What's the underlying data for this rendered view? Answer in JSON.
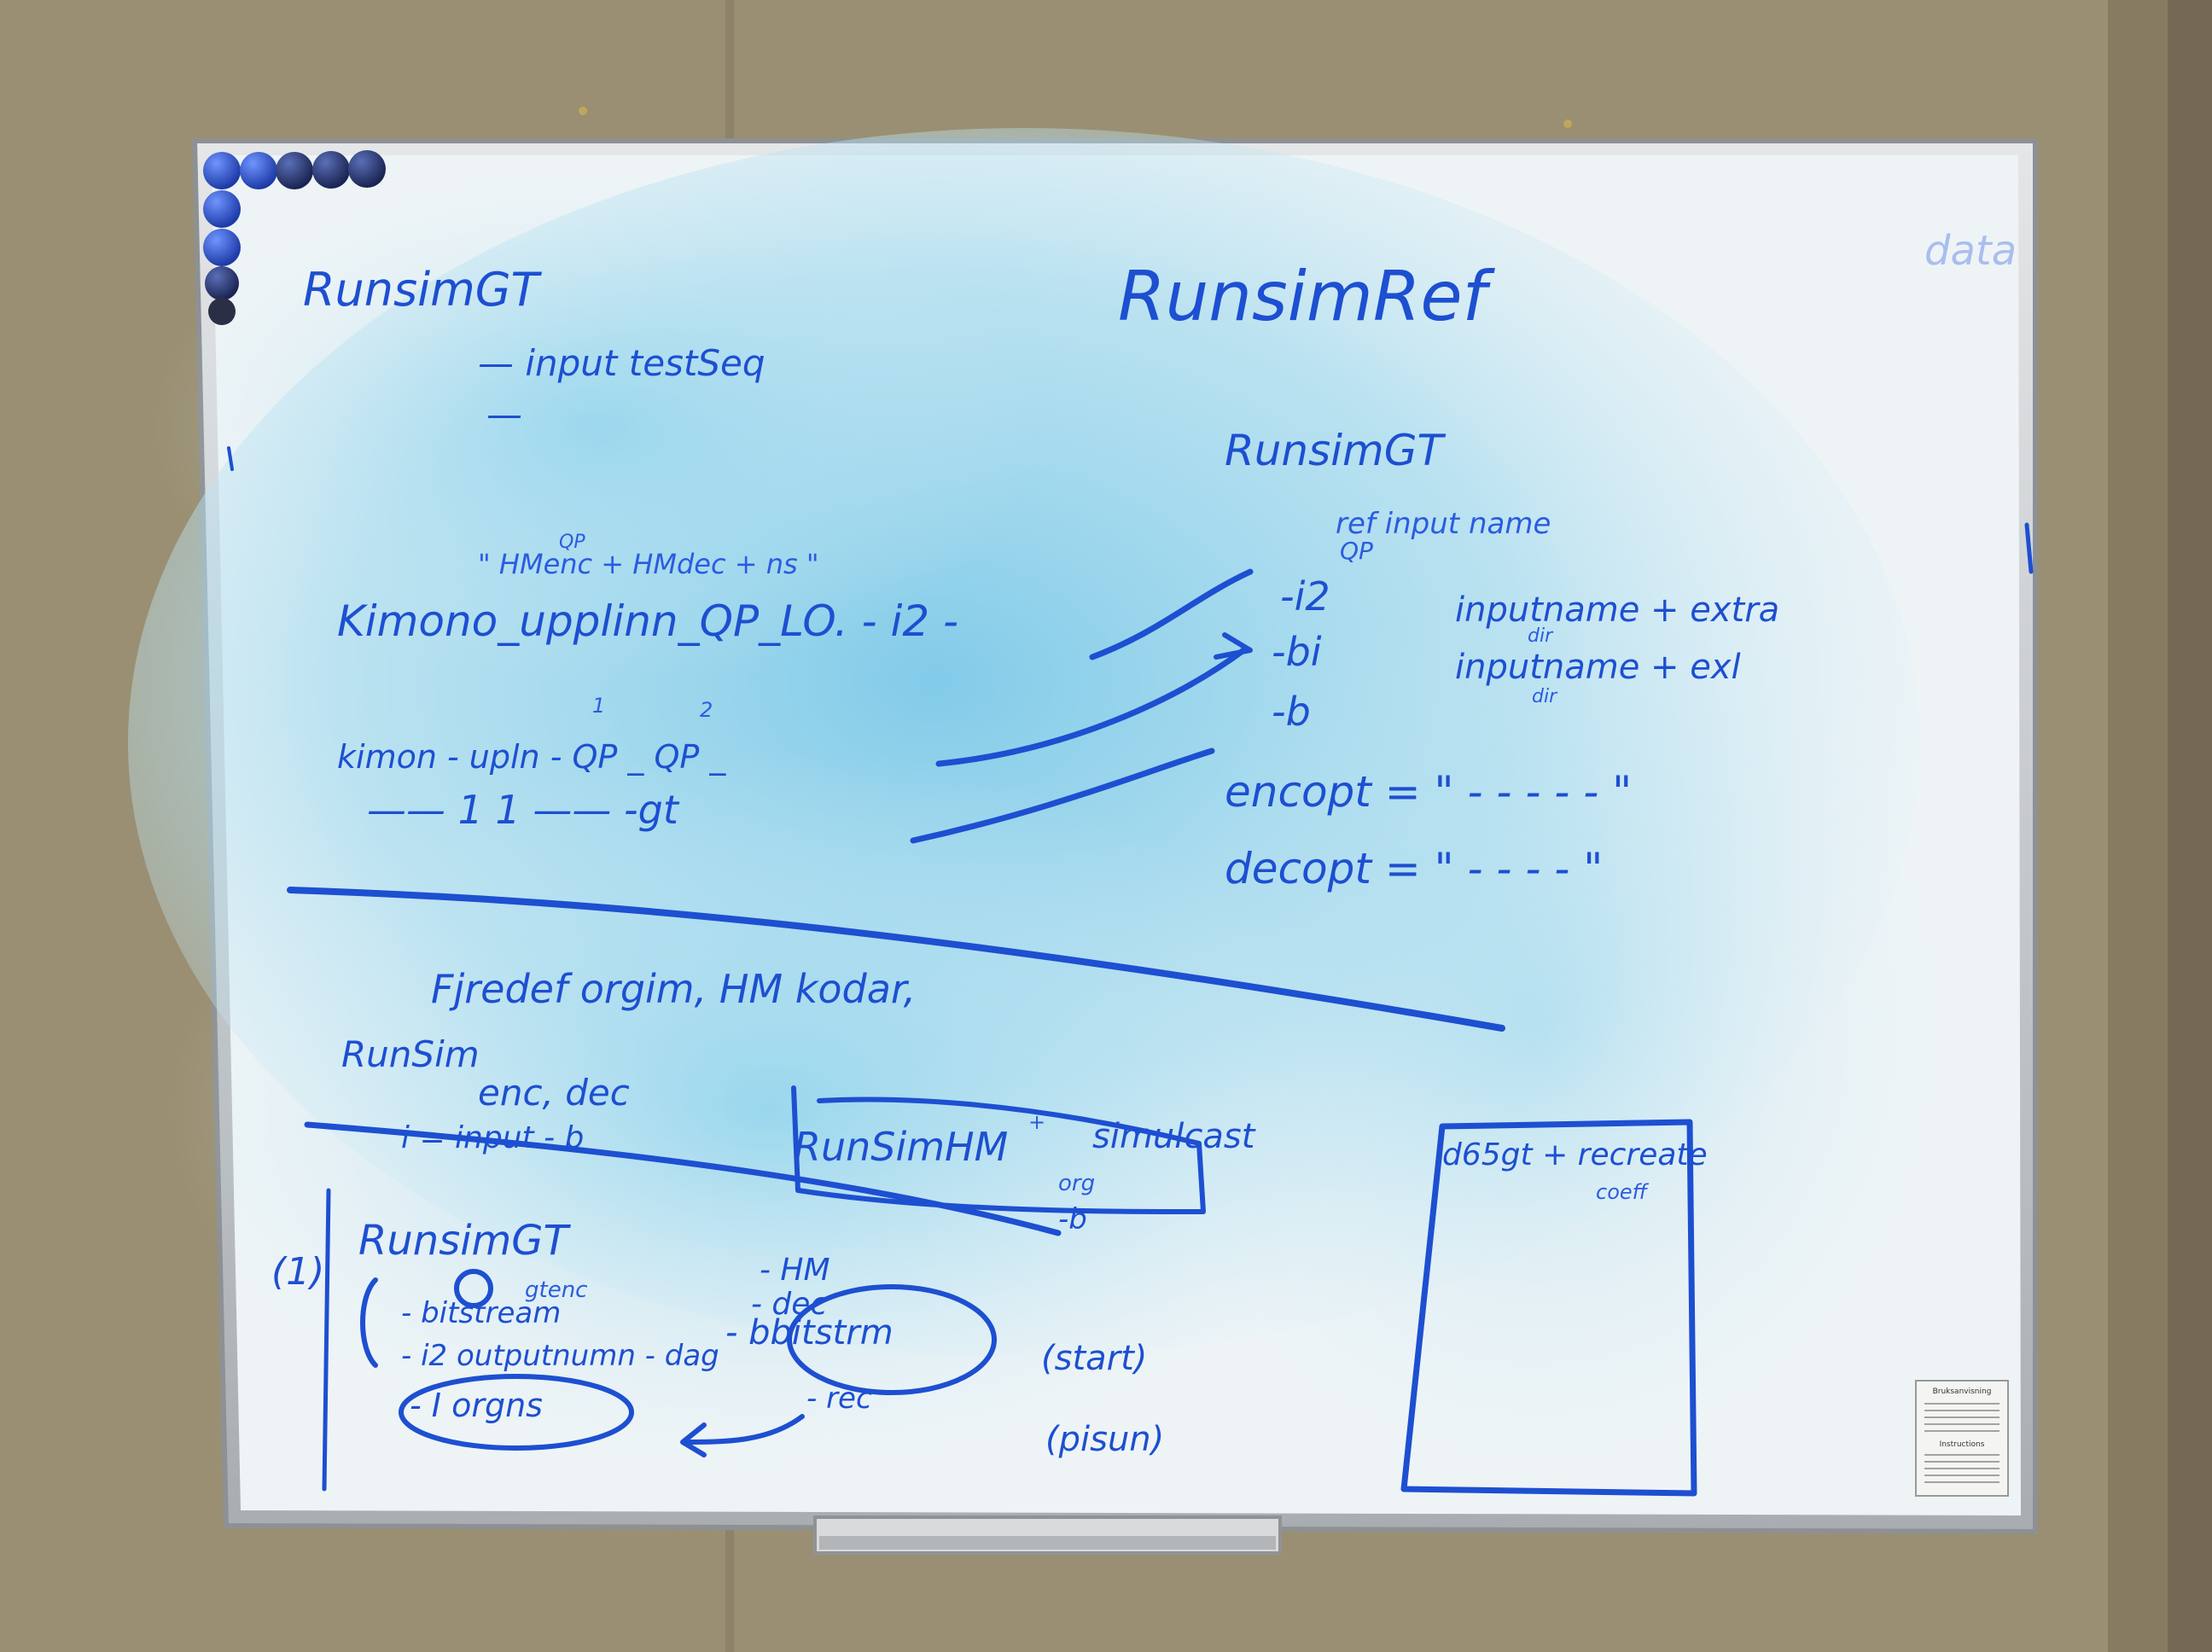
{
  "photo": {
    "subject": "whiteboard",
    "colors": {
      "wall": "#a39779",
      "board_surface": "#eef4f6",
      "board_haze": "#8fd0ea",
      "frame": "#c9cccf",
      "marker": "#1d4fd1",
      "magnet_dark": "#2b3a8a",
      "magnet_light": "#2f6de0"
    }
  },
  "board": {
    "left_title": "RunsimGT",
    "left_lines": [
      "— input  testSeq",
      "—"
    ],
    "right_title": "RunsimRef",
    "right_subtitle": "RunsimGT",
    "right_header": "ref  input name",
    "right_header_qp": "QP",
    "options": [
      "-i2",
      "-bi",
      "-b"
    ],
    "option_notes": [
      "inputname + extra",
      "inputname + exl"
    ],
    "option_dirs": [
      "dir",
      "dir"
    ],
    "qp_note_top": "QP",
    "qp_note": "\" HMenc + HMdec + ns \"",
    "kimono_line": "Kimono_upplinn_QP_LO.  -  i2  -",
    "kimono_line2": "kimon - upln - QP _ QP _",
    "kimono_sup": [
      "1",
      "2"
    ],
    "kimono_line3": "——   1 1   ——     -gt",
    "encopt": "encopt = \"  -  -  -  -  -      \"",
    "decopt": "decopt = \"  -  -  -  -      \"",
    "first_line": "Fjredef  orgim,  HM kodar,",
    "runsim_bottom": "RunSim",
    "enc_dec": "enc, dec",
    "input_b": "i = input   - b",
    "runsim_hm": "RunSimHM",
    "runsim_hm_sup": "+",
    "runsim_hm_org": "org",
    "runsim_hm_b": "-b",
    "simulcast": "simulcast",
    "box_right_text": "d65gt + recreate",
    "box_right_sub": "coeff",
    "numbered": "(1)",
    "runsim_gt_bottom": "RunsimGT",
    "gt_items": [
      "gtenc",
      "- bitstream",
      "- i2  outputnumn - dag",
      "- I  orgns"
    ],
    "center_items": [
      "- HM",
      "- dec",
      "- bbitstrm",
      "- rec"
    ],
    "right_items": [
      "(start)",
      "(pisun)"
    ],
    "corner_scrawl": "data",
    "notice_title": "Instructions",
    "notice_heading": "Bruksanvisning"
  }
}
